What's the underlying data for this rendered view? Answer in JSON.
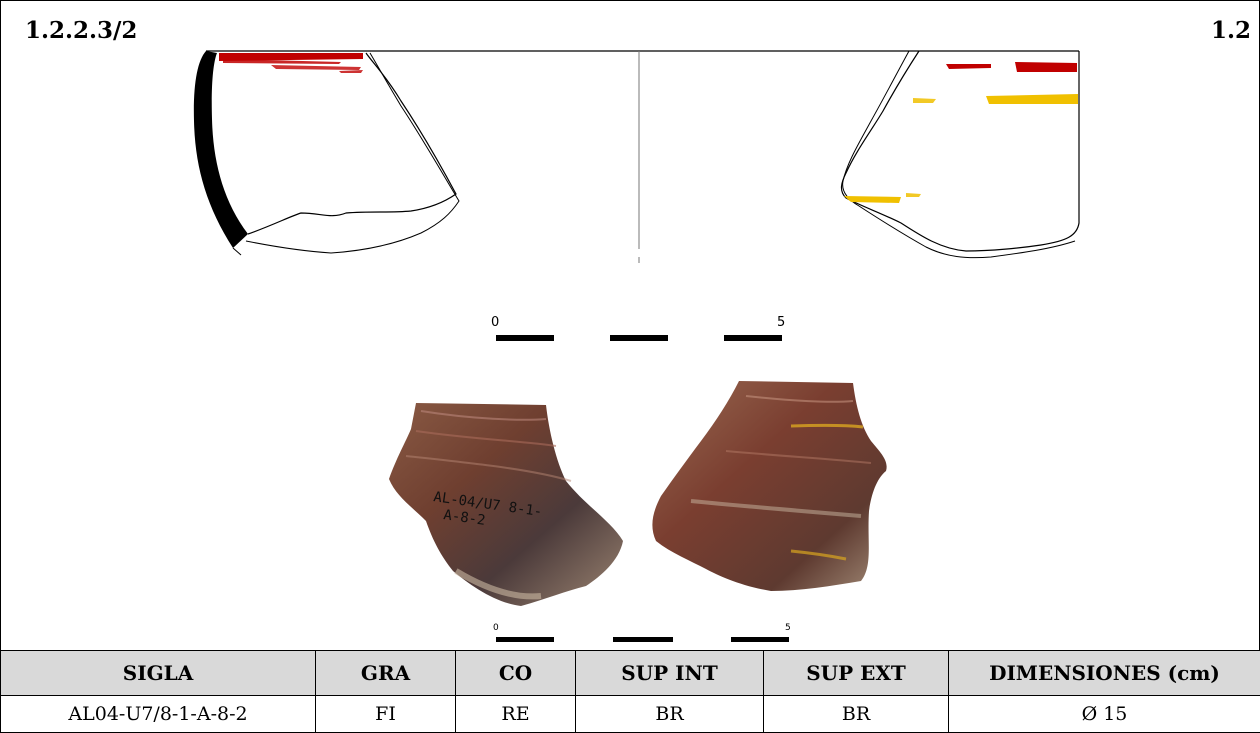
{
  "header": {
    "plate_number": "1.2.2.3/2",
    "section_number": "1.2"
  },
  "drawing": {
    "paint_red": "#c00000",
    "paint_yellow": "#f0c000",
    "profile_fill": "#000000"
  },
  "scale_bar": {
    "start_label": "0",
    "end_label": "5"
  },
  "photo": {
    "sherd_inscription_line1": "AL-04/U7 8-1-",
    "sherd_inscription_line2": "A-8-2"
  },
  "table": {
    "headers": [
      "SIGLA",
      "GRA",
      "CO",
      "SUP INT",
      "SUP EXT",
      "DIMENSIONES (cm)"
    ],
    "row": [
      "AL04-U7/8-1-A-8-2",
      "FI",
      "RE",
      "BR",
      "BR",
      "Ø 15"
    ]
  }
}
